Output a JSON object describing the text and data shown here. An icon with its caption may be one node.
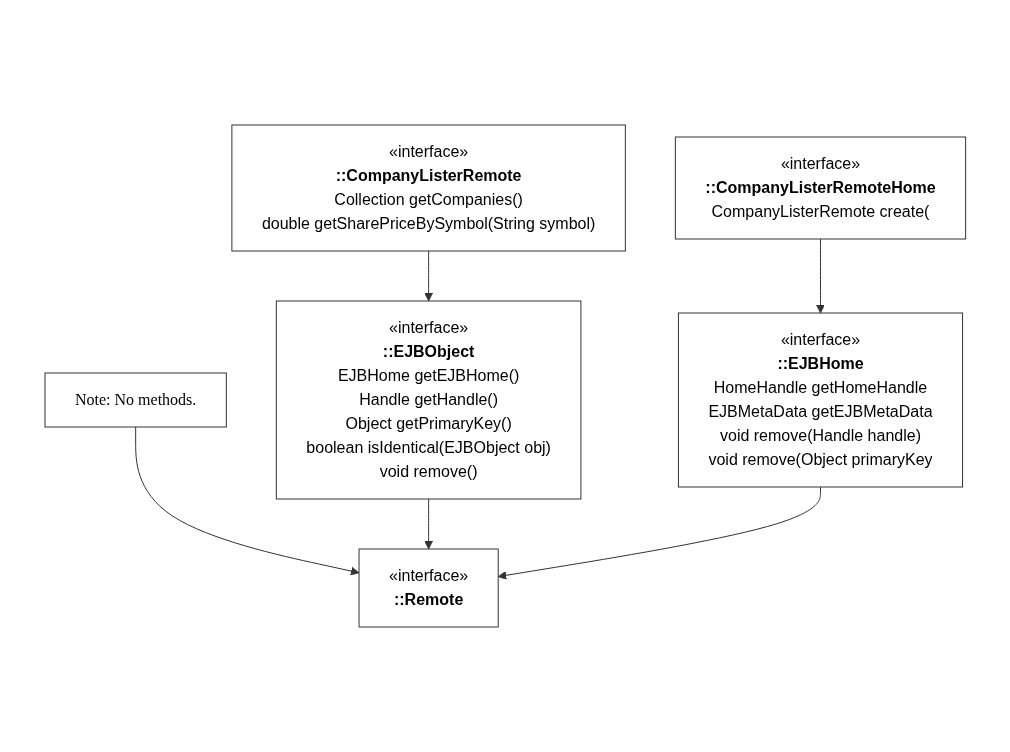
{
  "diagram": {
    "nodes": [
      {
        "text": [
          "«interface»",
          "::Remote"
        ]
      },
      {
        "text": [
          "Note: No methods."
        ]
      },
      {
        "text": [
          "«interface»",
          "::EJBObject",
          "EJBHome getEJBHome()",
          "Handle getHandle()",
          "Object getPrimaryKey()",
          "boolean isIdentical(EJBObject obj)",
          "void remove()"
        ]
      },
      {
        "text": [
          "«interface»",
          "::EJBHome",
          "HomeHandle getHomeHandle",
          "EJBMetaData getEJBMetaData",
          "void remove(Handle handle)",
          "void remove(Object primaryKey"
        ]
      },
      {
        "text": [
          "«interface»",
          "::CompanyListerRemote",
          "Collection getCompanies()",
          "double getSharePriceBySymbol(String symbol)"
        ]
      },
      {
        "text": [
          "«interface»",
          "::CompanyListerRemoteHome",
          "CompanyListerRemote create("
        ]
      }
    ],
    "edges": [
      {
        "from": 1,
        "to": 0,
        "arrow": "to"
      },
      {
        "from": 2,
        "to": 0,
        "arrow": "to"
      },
      {
        "from": 3,
        "to": 0,
        "arrow": "to"
      },
      {
        "from": 4,
        "to": 2,
        "arrow": "to"
      },
      {
        "from": 5,
        "to": 3,
        "arrow": "to"
      }
    ]
  }
}
